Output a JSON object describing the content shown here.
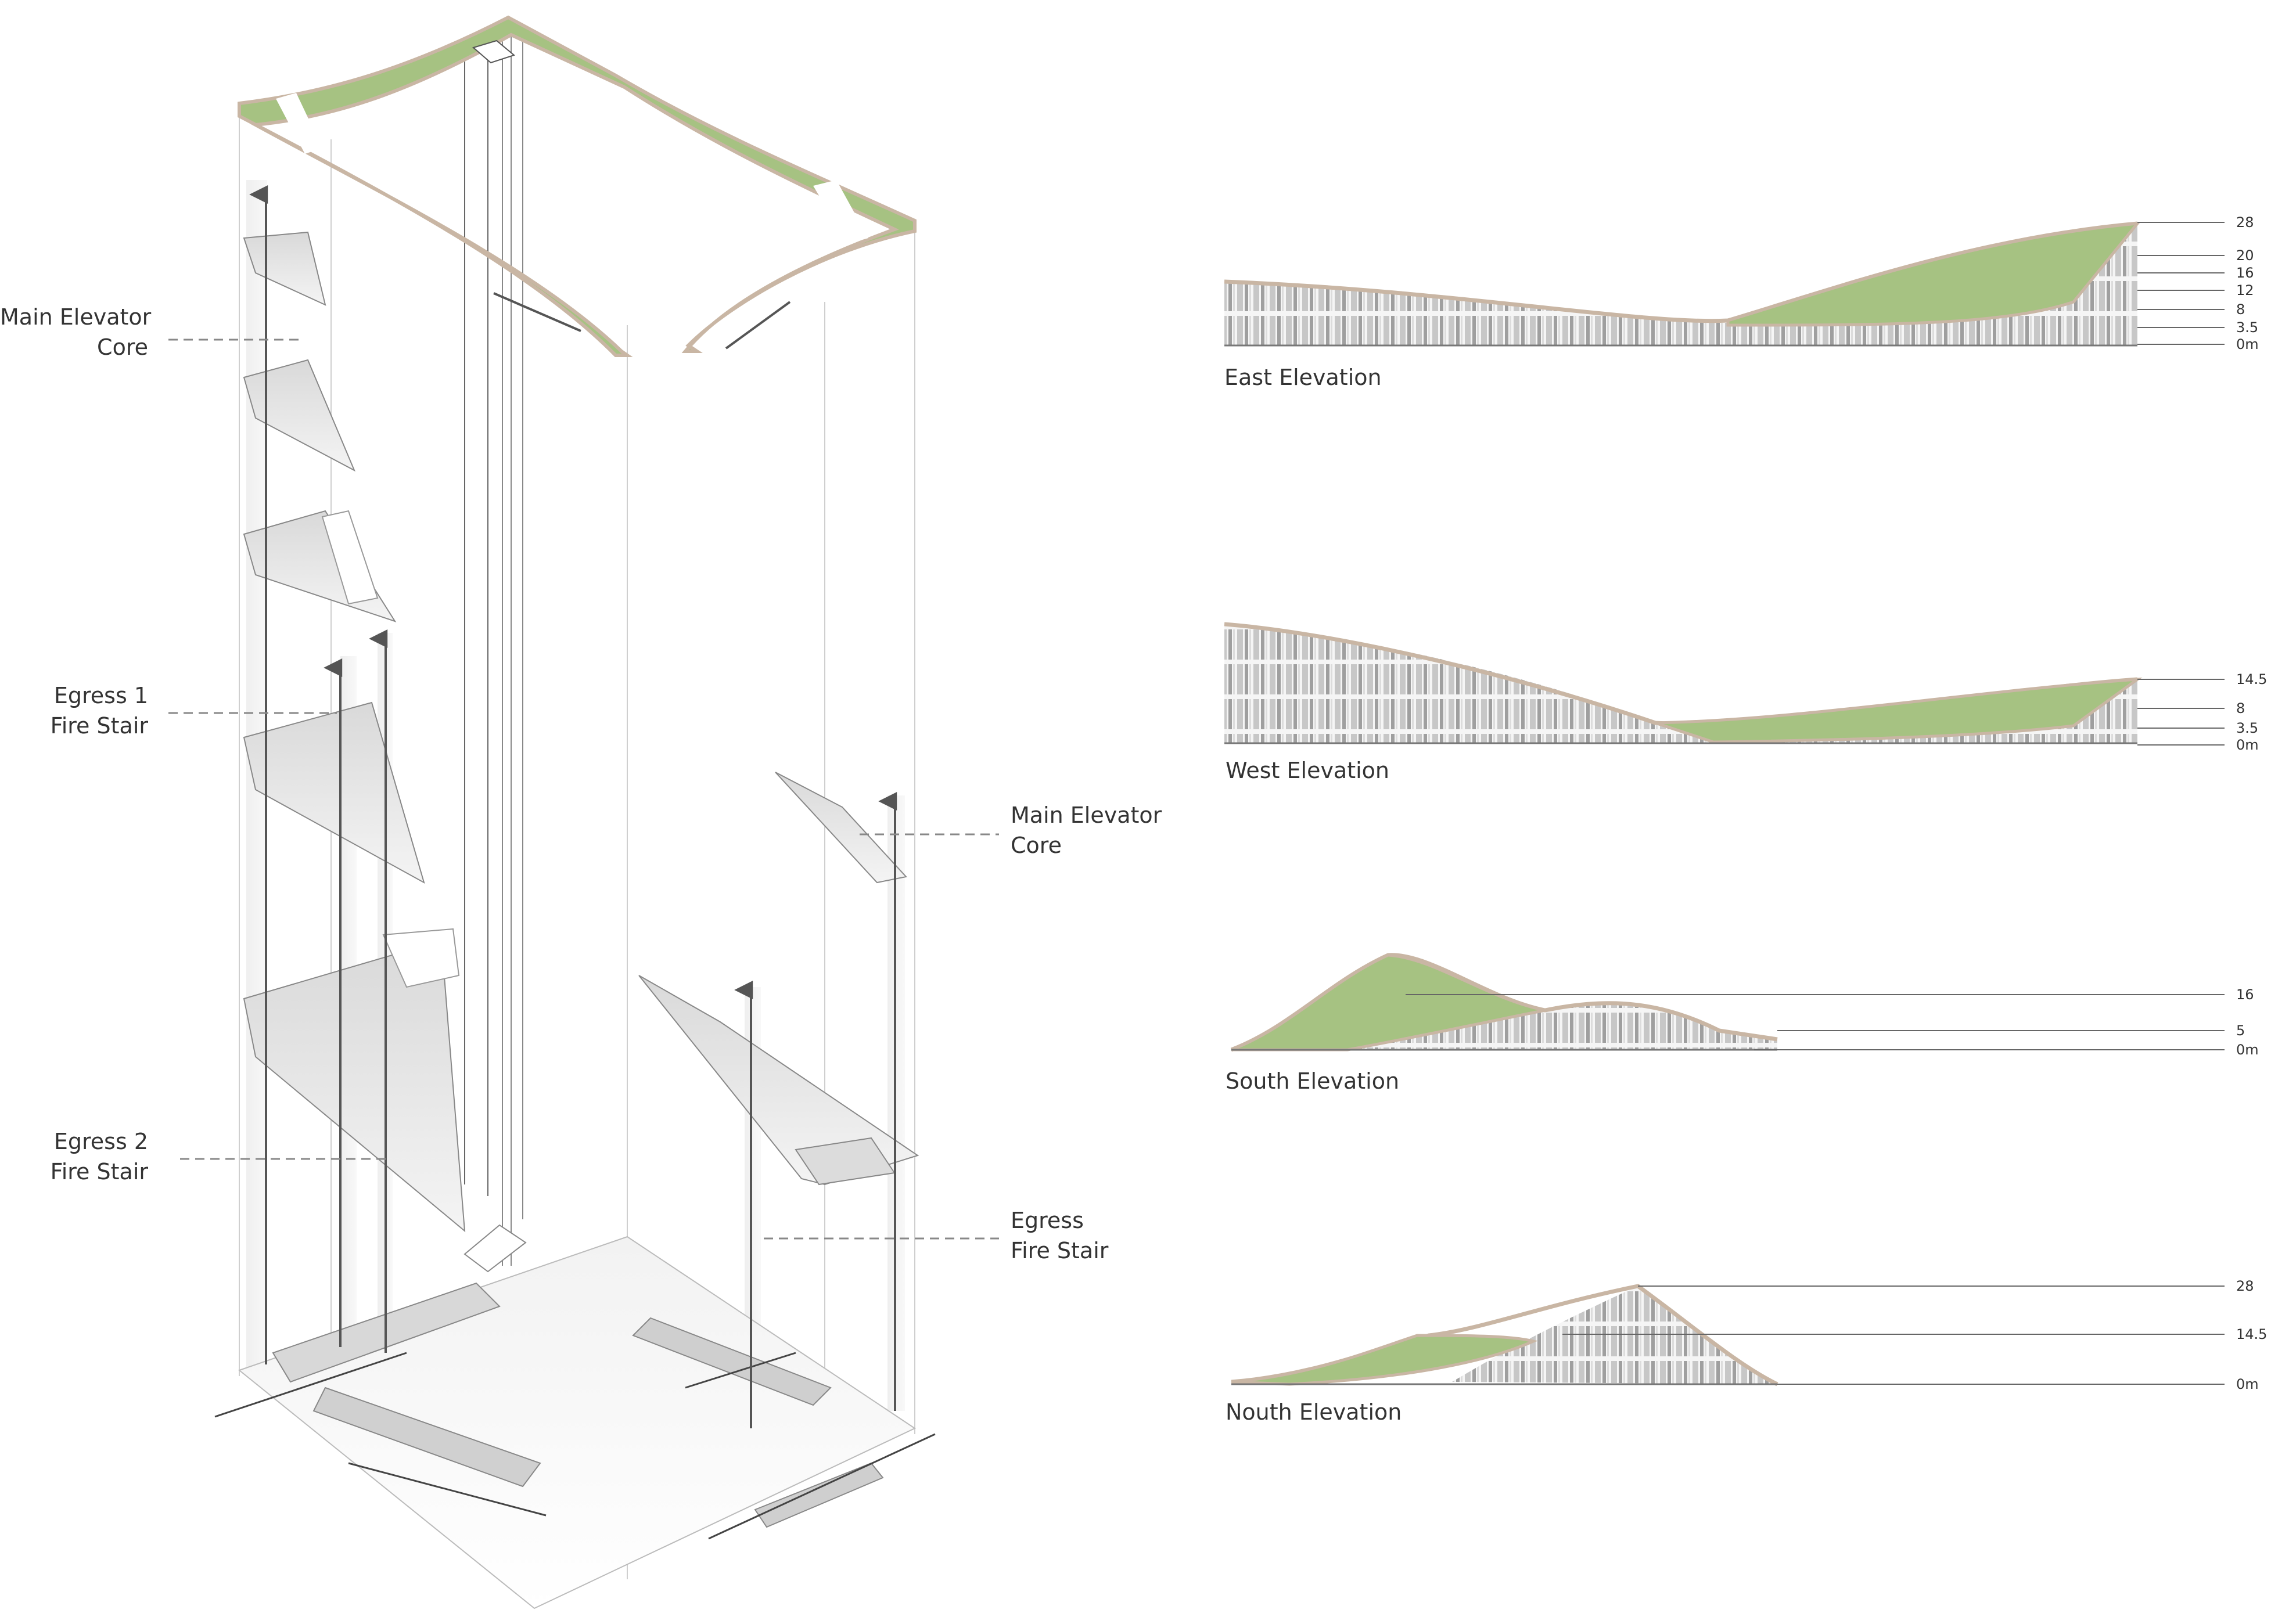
{
  "axonometric": {
    "callouts": {
      "main_elevator_core_left": [
        "Main Elevator",
        "Core"
      ],
      "egress_1": [
        "Egress 1",
        "Fire Stair"
      ],
      "egress_2": [
        "Egress 2",
        "Fire Stair"
      ],
      "main_elevator_core_right": [
        "Main Elevator",
        "Core"
      ],
      "egress_fire_stair": [
        "Egress",
        "Fire Stair"
      ]
    }
  },
  "elevations": [
    {
      "title": "East Elevation",
      "levels": [
        "28",
        "20",
        "16",
        "12",
        "8",
        "3.5",
        "0m"
      ]
    },
    {
      "title": "West Elevation",
      "levels": [
        "14.5",
        "8",
        "3.5",
        "0m"
      ]
    },
    {
      "title": "South Elevation",
      "levels": [
        "16",
        "5",
        "0m"
      ]
    },
    {
      "title": "Nouth Elevation",
      "levels": [
        "28",
        "14.5",
        "0m"
      ]
    }
  ],
  "colors": {
    "roof_green": "#a6c282",
    "roof_edge": "#c9b6a4",
    "line": "#555555",
    "text": "#333333"
  }
}
